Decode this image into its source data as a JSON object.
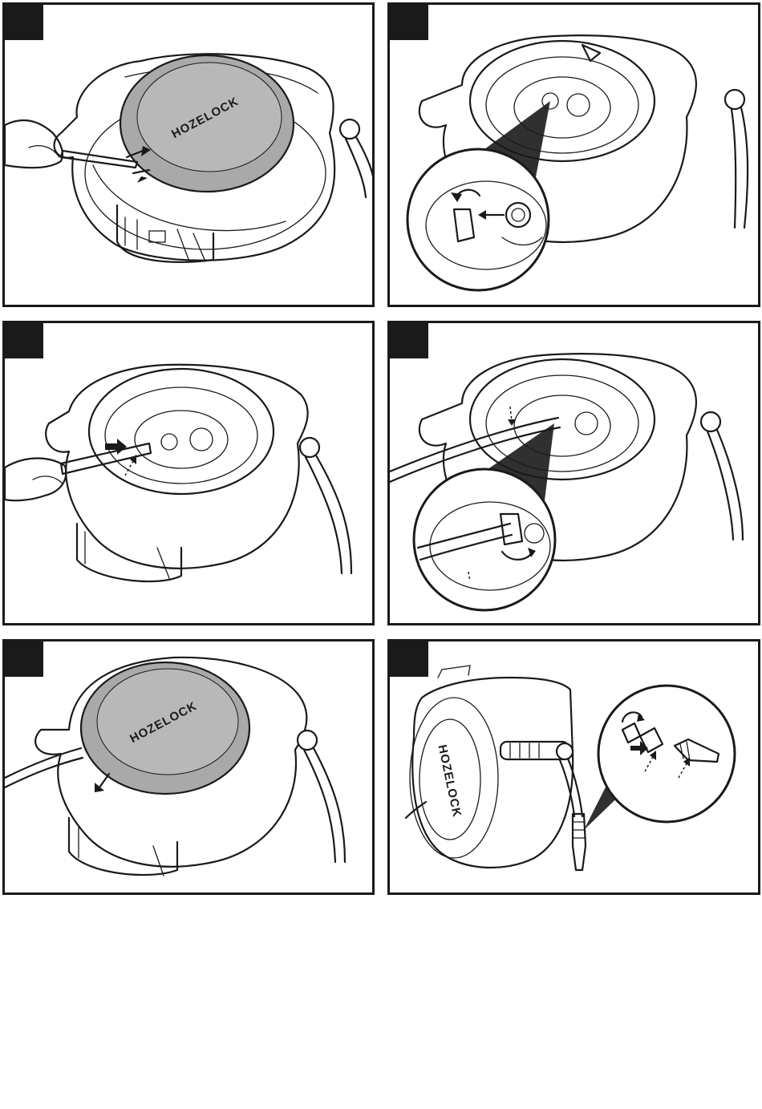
{
  "brand": {
    "logo_text": "HOZELOCK"
  },
  "colors": {
    "line": "#1a1a1a",
    "cover_fill": "#a9a9a9",
    "cover_inner": "#b8b8b8",
    "body_fill": "#ffffff"
  },
  "steps": [
    {
      "panel": "remove-cover",
      "icons": [
        "hand-icon",
        "screwdriver-icon",
        "rotate-arrows-icon"
      ]
    },
    {
      "panel": "unscrew-connector",
      "icons": [
        "magnify-inset-icon",
        "curved-arrow-icon",
        "push-arrow-icon"
      ]
    },
    {
      "panel": "insert-hose",
      "icons": [
        "hand-icon",
        "push-arrow-icon",
        "dashed-arrow-icon"
      ]
    },
    {
      "panel": "tighten-connector",
      "icons": [
        "magnify-inset-icon",
        "curved-arrow-icon",
        "dashed-arrow-icon"
      ]
    },
    {
      "panel": "refit-cover",
      "icons": [
        "push-arrow-icon"
      ]
    },
    {
      "panel": "attach-nozzle",
      "icons": [
        "magnify-inset-icon",
        "curved-arrow-icon",
        "push-arrow-icon",
        "dashed-arrow-icon"
      ]
    }
  ]
}
